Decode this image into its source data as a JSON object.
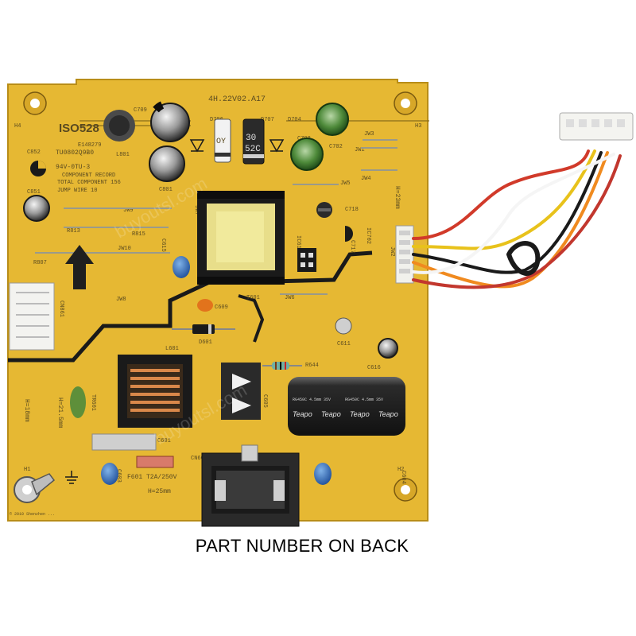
{
  "caption": "PART NUMBER ON BACK",
  "board": {
    "part_code": "4H.22V02.A17",
    "logo_text": "ISO528",
    "ul_code": "E148279",
    "date_code": "TU0802Q9B0",
    "rating": "94V-0TU-3",
    "component_record_title": "COMPONENT RECORD",
    "total_component": "TOTAL COMPONENT 156",
    "jump_wire": "JUMP WIRE 10",
    "fuse_rating": "F601 T2A/250V",
    "height_25": "H=25mm",
    "height_21": "H=21.5mm",
    "height_18": "H=18mm",
    "height_23": "H=23mm",
    "copyright": "© 2010 Shenzhen ...",
    "watermark": "buyoutsl.com",
    "labels": {
      "h1": "H1",
      "h2": "H2",
      "h3": "H3",
      "h4": "H4",
      "c852": "C852",
      "c851": "C851",
      "c709": "C709",
      "c801": "C801",
      "d706": "D706",
      "d707": "D707",
      "d704": "D704",
      "c708": "C708",
      "c702": "C702",
      "c718": "C718",
      "c717": "C717",
      "jw1": "JW1",
      "jw2": "JW2",
      "jw3": "JW3",
      "jw4": "JW4",
      "jw5": "JW5",
      "jw6": "JW6",
      "jw7": "JW7",
      "jw8": "JW8",
      "jw9": "JW9",
      "jw10": "JW10",
      "r813": "R813",
      "r815": "R815",
      "r807": "R807",
      "r644": "R644",
      "c615": "C615",
      "c609": "C609",
      "d601": "D601",
      "ic610": "IC610",
      "ic702": "IC702",
      "t601": "T601",
      "l601": "L601",
      "l801": "L801",
      "cn861": "CN861",
      "tr601": "TR601",
      "c611": "C611",
      "c616": "C616",
      "c605": "C605",
      "cn601": "CN601",
      "c603": "C603",
      "c604": "C604",
      "c601": "C601",
      "d_30": "30",
      "d_52": "52C",
      "d_oy": "OY"
    },
    "capacitor_brand": "Teapo",
    "capacitor_text": "RG450C 4.5mm 35V"
  }
}
